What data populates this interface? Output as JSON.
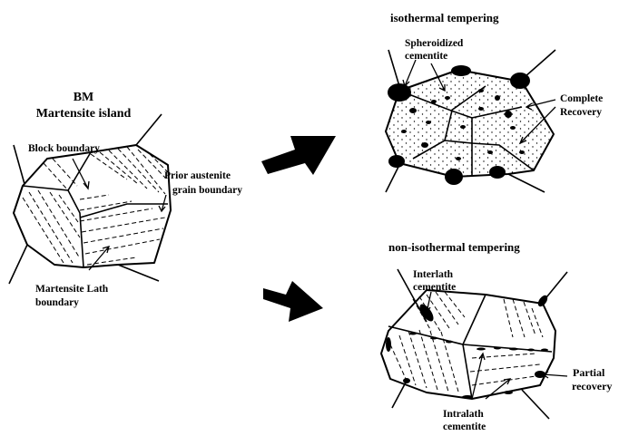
{
  "labels": {
    "bm_title": "BM",
    "bm_subtitle": "Martensite island",
    "block_boundary": "Block boundary",
    "prior_austenite_1": "Prior austenite",
    "prior_austenite_2": "grain boundary",
    "martensite_lath_1": "Martensite Lath",
    "martensite_lath_2": "boundary",
    "isothermal_title": "isothermal tempering",
    "spheroidized_1": "Spheroidized",
    "spheroidized_2": "cementite",
    "complete_1": "Complete",
    "complete_2": "Recovery",
    "non_isothermal_title": "non-isothermal tempering",
    "interlath_1": "Interlath",
    "interlath_2": "cementite",
    "partial_1": "Partial",
    "partial_2": "recovery",
    "intralath_1": "Intralath",
    "intralath_2": "cementite"
  }
}
